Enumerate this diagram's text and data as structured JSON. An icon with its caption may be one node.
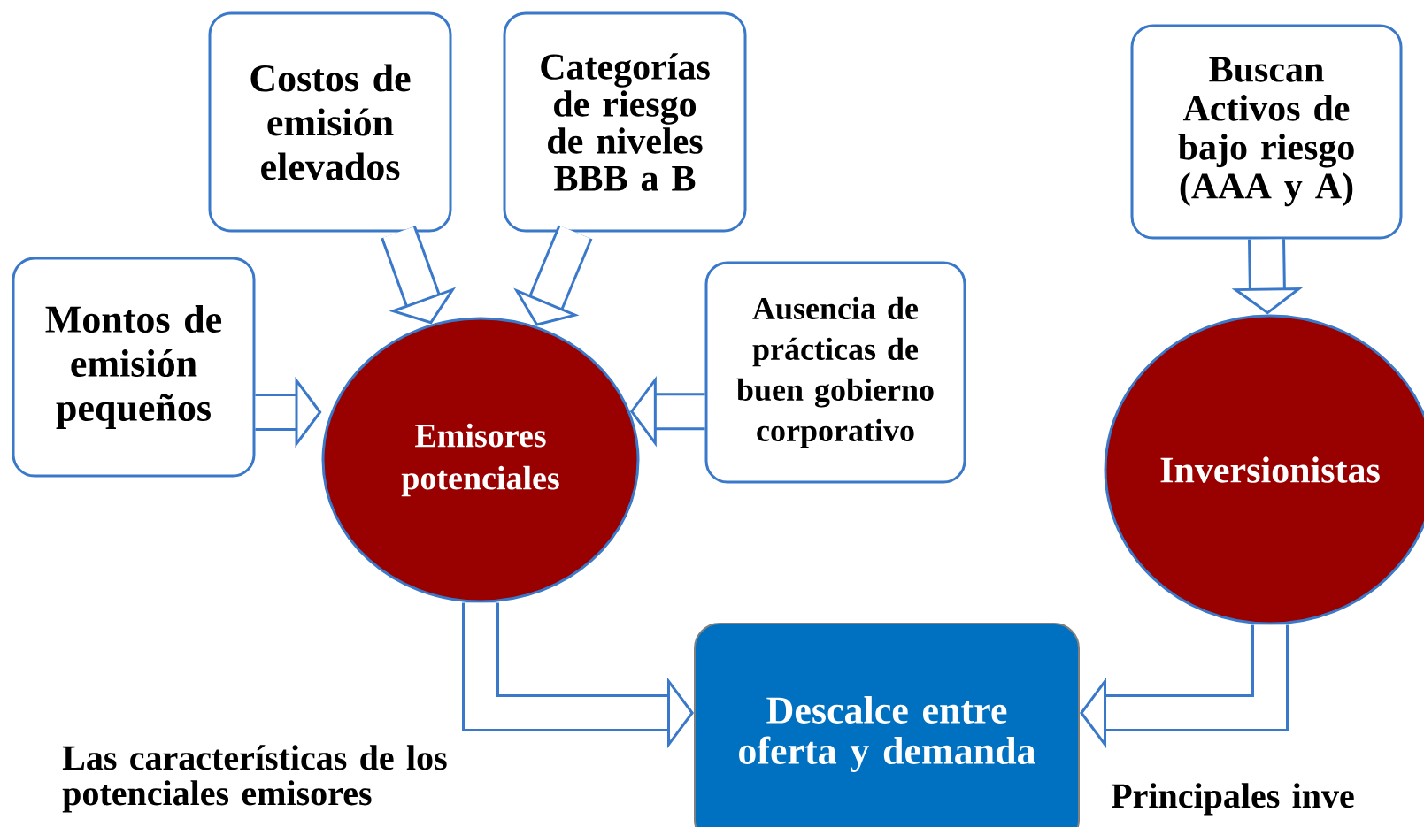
{
  "diagram": {
    "nodes": [
      {
        "text": [
          "Costos de emisión elevados"
        ]
      },
      {
        "text": [
          "Categorías de riesgo de niveles BBB a B"
        ]
      },
      {
        "text": [
          "Buscan Activos de bajo riesgo (AAA y A)"
        ]
      },
      {
        "text": [
          "Montos de emisión pequeños"
        ]
      },
      {
        "text": [
          "Emisores potenciales"
        ]
      },
      {
        "text": [
          "Ausencia de prácticas de buen gobierno corporativo"
        ]
      },
      {
        "text": [
          "Inversionistas"
        ]
      },
      {
        "text": [
          "Descalce entre oferta y demanda"
        ]
      }
    ],
    "edges": [
      {
        "from": 0,
        "to": 4,
        "arrow": "to"
      },
      {
        "from": 1,
        "to": 4,
        "arrow": "to"
      },
      {
        "from": 3,
        "to": 4,
        "arrow": "to"
      },
      {
        "from": 5,
        "to": 4,
        "arrow": "to"
      },
      {
        "from": 2,
        "to": 6,
        "arrow": "to"
      },
      {
        "from": 4,
        "to": 7,
        "arrow": "to"
      },
      {
        "from": 6,
        "to": 7,
        "arrow": "to"
      }
    ],
    "labels": [
      "Las características de los potenciales emisores",
      "Principales inve"
    ]
  }
}
